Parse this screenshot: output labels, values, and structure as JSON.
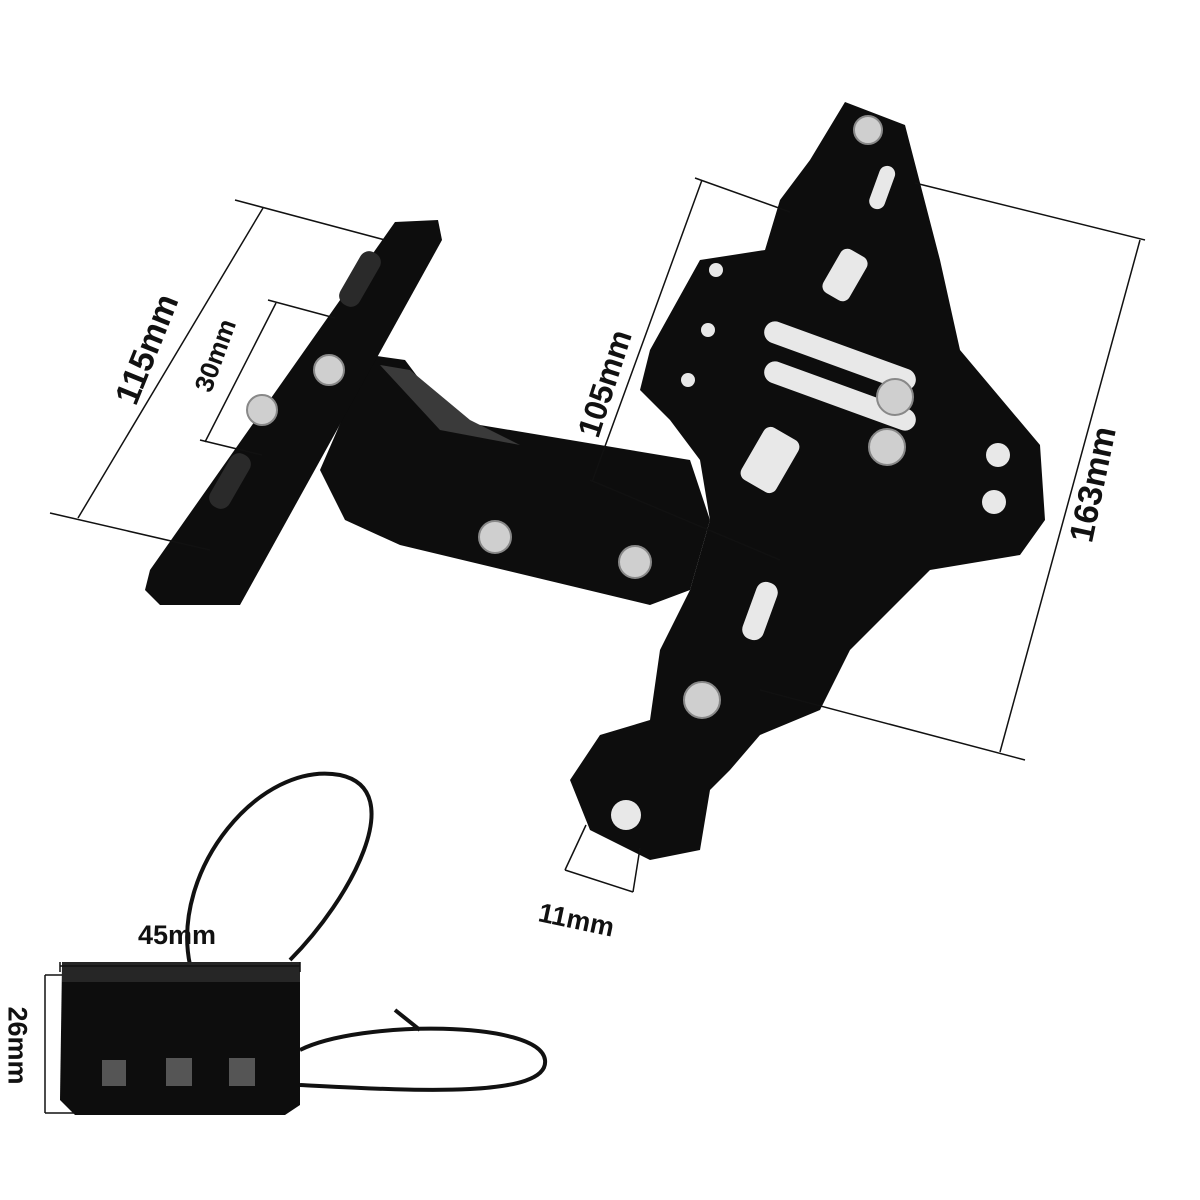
{
  "dimensions": {
    "plate_width": "115mm",
    "slot_spacing": "30mm",
    "bracket_width": "105mm",
    "bracket_length": "163mm",
    "hole_diameter": "11mm",
    "light_width": "45mm",
    "light_height": "26mm"
  },
  "colors": {
    "metal": "#0d0d0d",
    "highlight": "#3a3a3a",
    "screw": "#cfcfcf",
    "dimension_line": "#111111"
  }
}
